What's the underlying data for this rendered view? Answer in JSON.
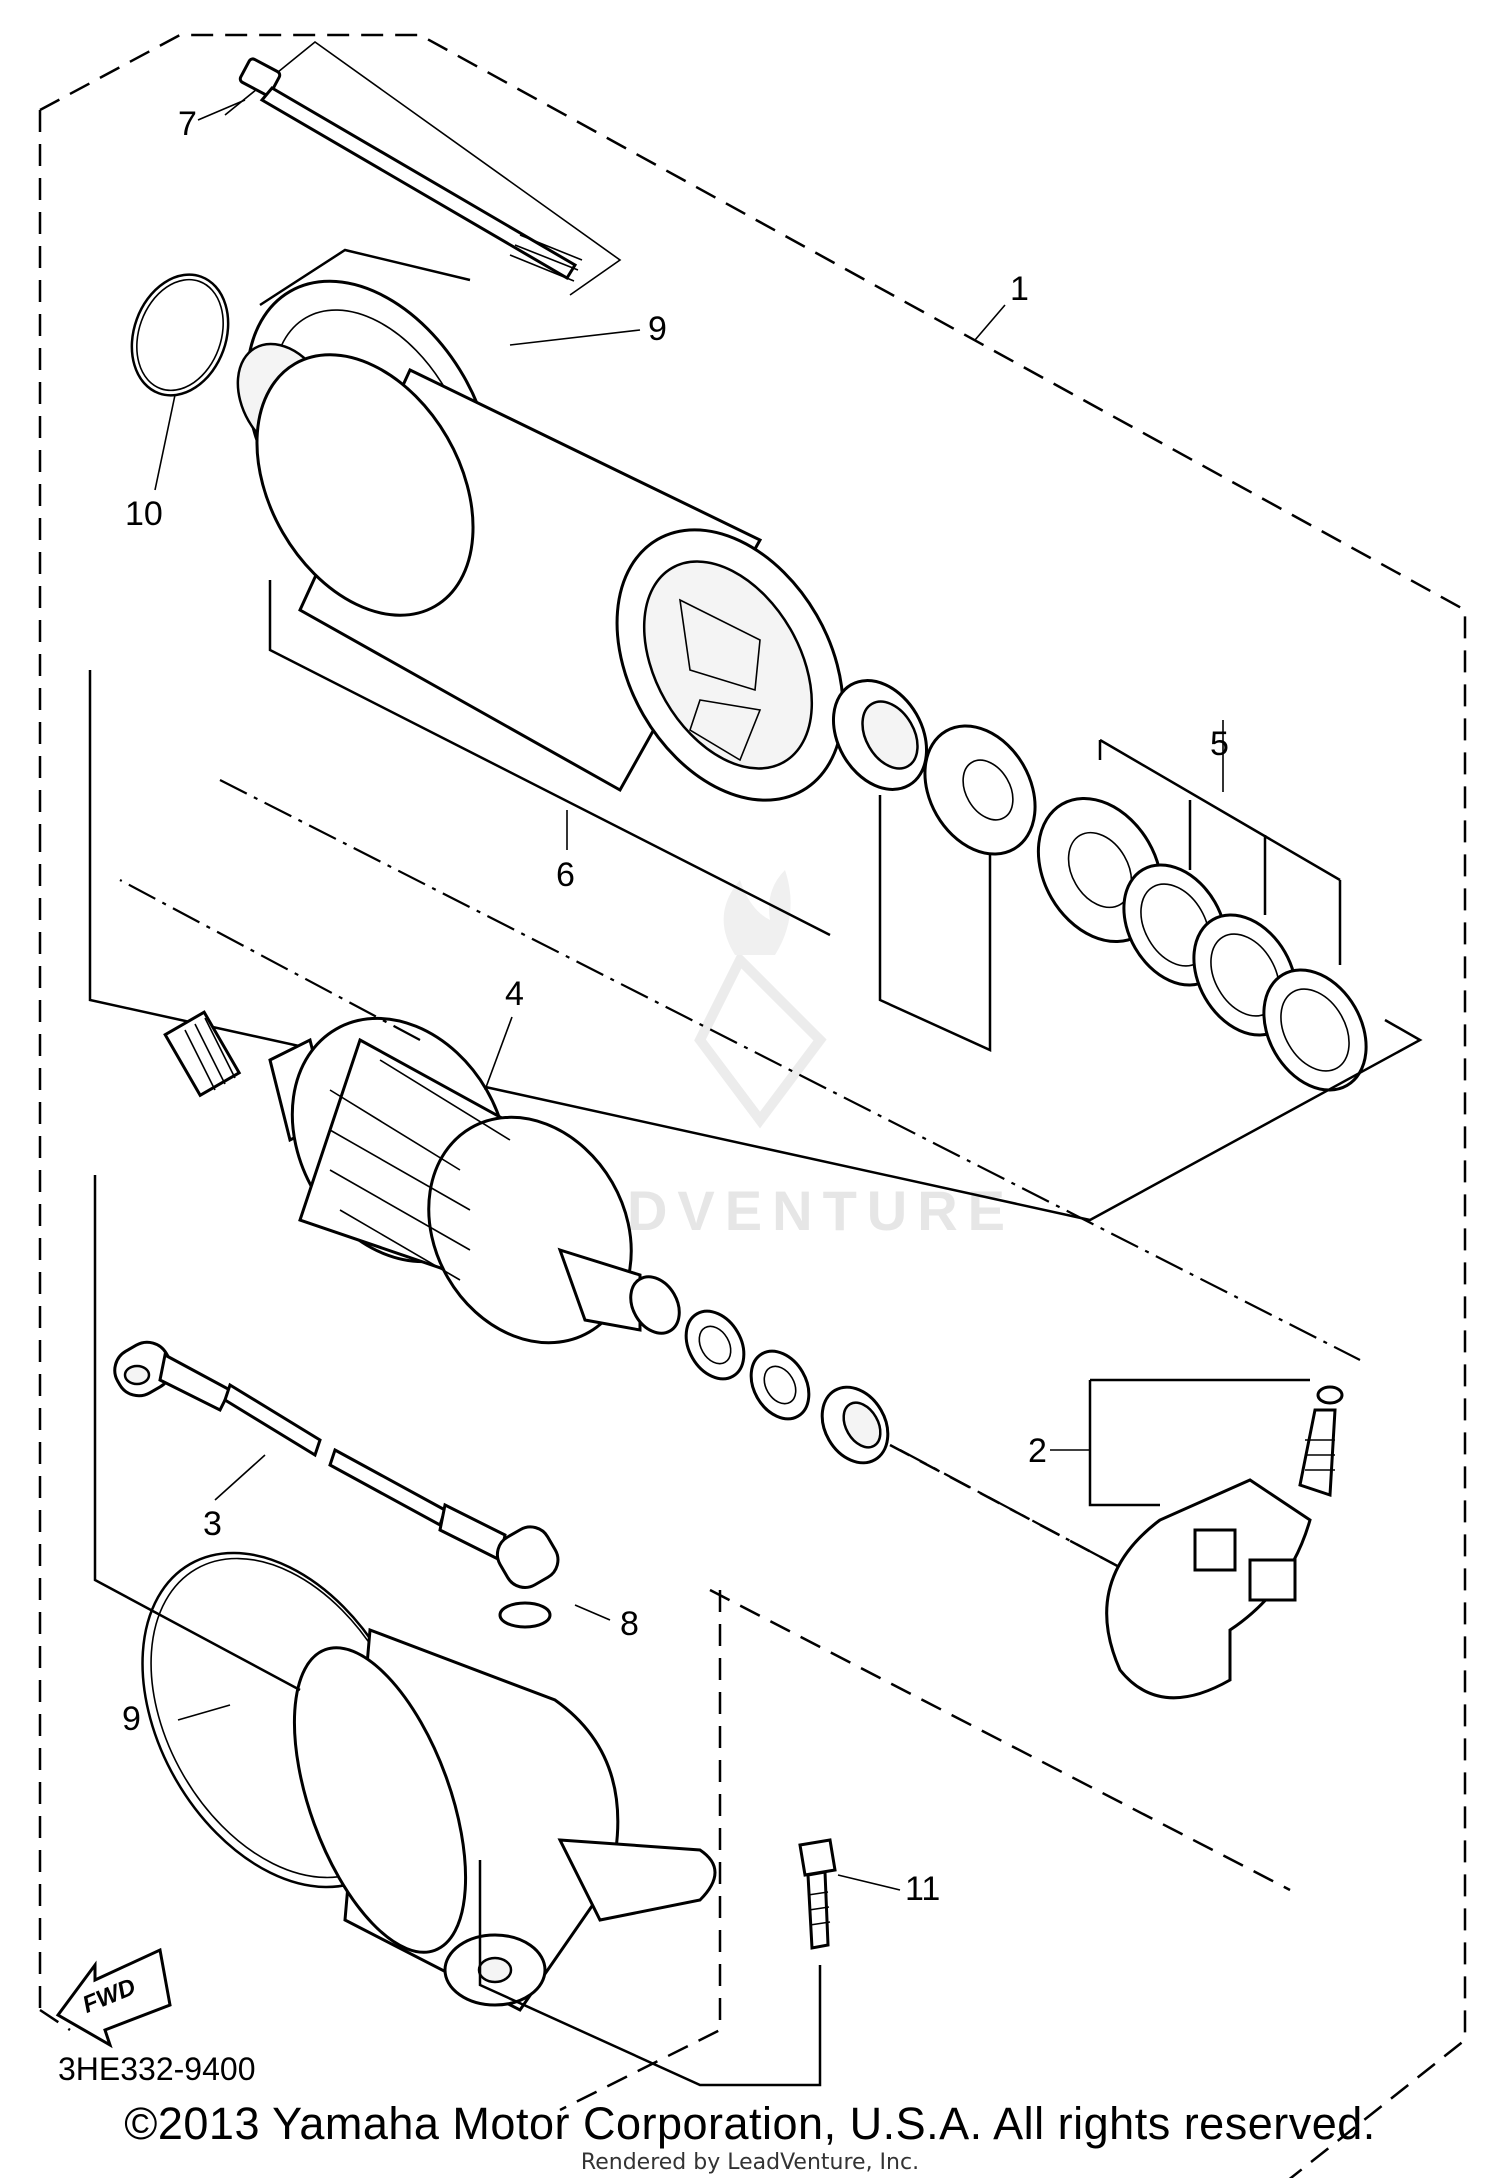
{
  "diagram": {
    "part_code": "3HE332-9400",
    "fwd_label": "FWD",
    "callouts": {
      "c1": "1",
      "c2": "2",
      "c3": "3",
      "c4": "4",
      "c5": "5",
      "c6": "6",
      "c7": "7",
      "c8": "8",
      "c9a": "9",
      "c9b": "9",
      "c10": "10",
      "c11": "11"
    },
    "watermark": "LEADVENTURE"
  },
  "footer": {
    "copyright": "©2013 Yamaha Motor Corporation, U.S.A. All rights reserved.",
    "rendered_by": "Rendered by LeadVenture, Inc."
  }
}
